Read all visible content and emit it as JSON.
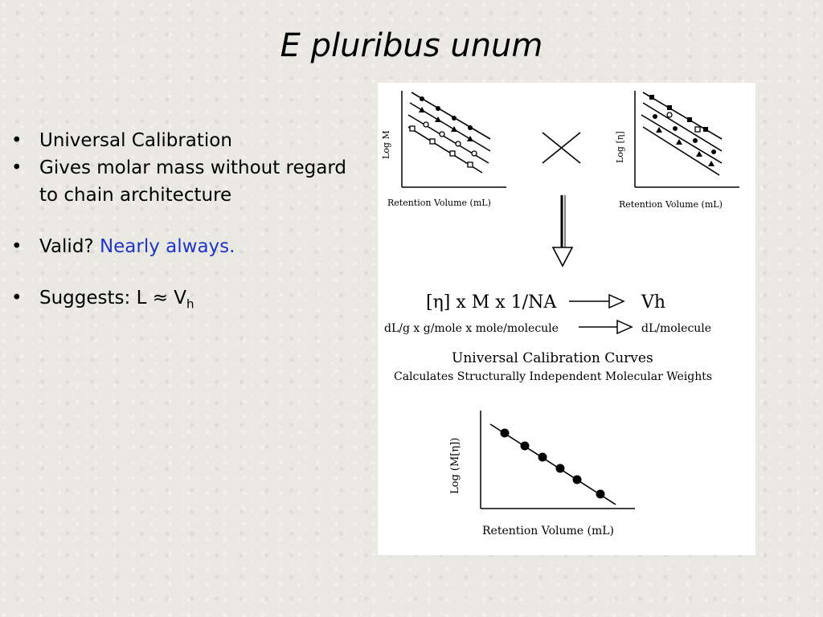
{
  "title": "E pluribus unum",
  "bullets": [
    {
      "text": "Universal Calibration"
    },
    {
      "text": "Gives molar mass without regard to chain architecture"
    },
    {
      "prefix": "Valid? ",
      "highlight": "Nearly always.",
      "highlight_color": "#1f35c8"
    },
    {
      "prefix": "Suggests:  L ≈ V",
      "subscript": "h"
    }
  ],
  "figure": {
    "left_plot": {
      "ylabel": "Log M",
      "xlabel": "Retention Volume (mL)"
    },
    "right_plot": {
      "ylabel": "Log [η]",
      "xlabel": "Retention Volume (mL)"
    },
    "equation_top": {
      "lhs": "[η] x M x 1/NA",
      "rhs": "Vh"
    },
    "equation_units": {
      "lhs": "dL/g x g/mole x mole/molecule",
      "rhs": "dL/molecule"
    },
    "heading": "Universal Calibration Curves",
    "subheading": "Calculates Structurally Independent Molecular Weights",
    "bottom_plot": {
      "ylabel": "Log (M[η])",
      "xlabel": "Retention Volume (mL)"
    }
  }
}
